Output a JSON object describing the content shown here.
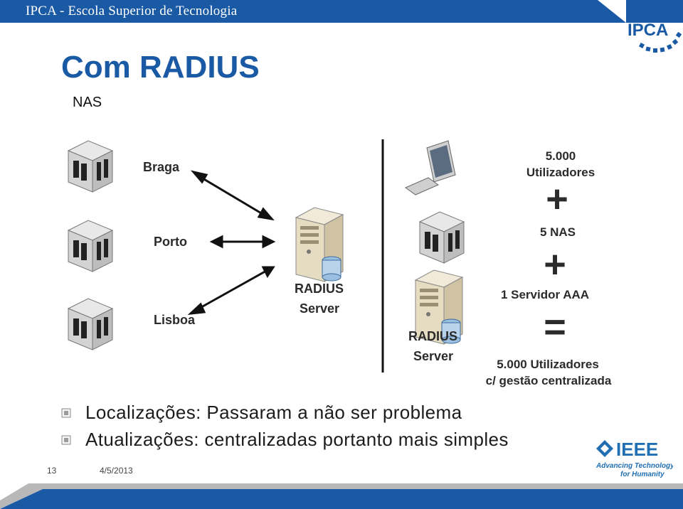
{
  "header": {
    "title": "IPCA - Escola Superior de Tecnologia",
    "logo_text": "IPCA"
  },
  "slide": {
    "title": "Com RADIUS",
    "nas_label": "NAS"
  },
  "diagram": {
    "left": {
      "cities": [
        "Braga",
        "Porto",
        "Lisboa"
      ],
      "server_label_1": "RADIUS",
      "server_label_2": "Server"
    },
    "right": {
      "server_label_1": "RADIUS",
      "server_label_2": "Server"
    },
    "equation": {
      "line1a": "5.000",
      "line1b": "Utilizadores",
      "plus": "+",
      "line2": "5 NAS",
      "line3": "1 Servidor AAA",
      "equals": "=",
      "result1": "5.000 Utilizadores",
      "result2": "c/ gestão centralizada"
    }
  },
  "bullets": [
    "Localizações: Passaram a não ser problema",
    "Atualizações: centralizadas portanto mais simples"
  ],
  "footer": {
    "slide_number": "13",
    "date": "4/5/2013"
  },
  "ieee": {
    "brand": "IEEE",
    "tagline1": "Advancing Technology",
    "tagline2": "for Humanity"
  },
  "colors": {
    "brand_blue": "#1a5aa5",
    "text_dark": "#1c1c1c"
  }
}
